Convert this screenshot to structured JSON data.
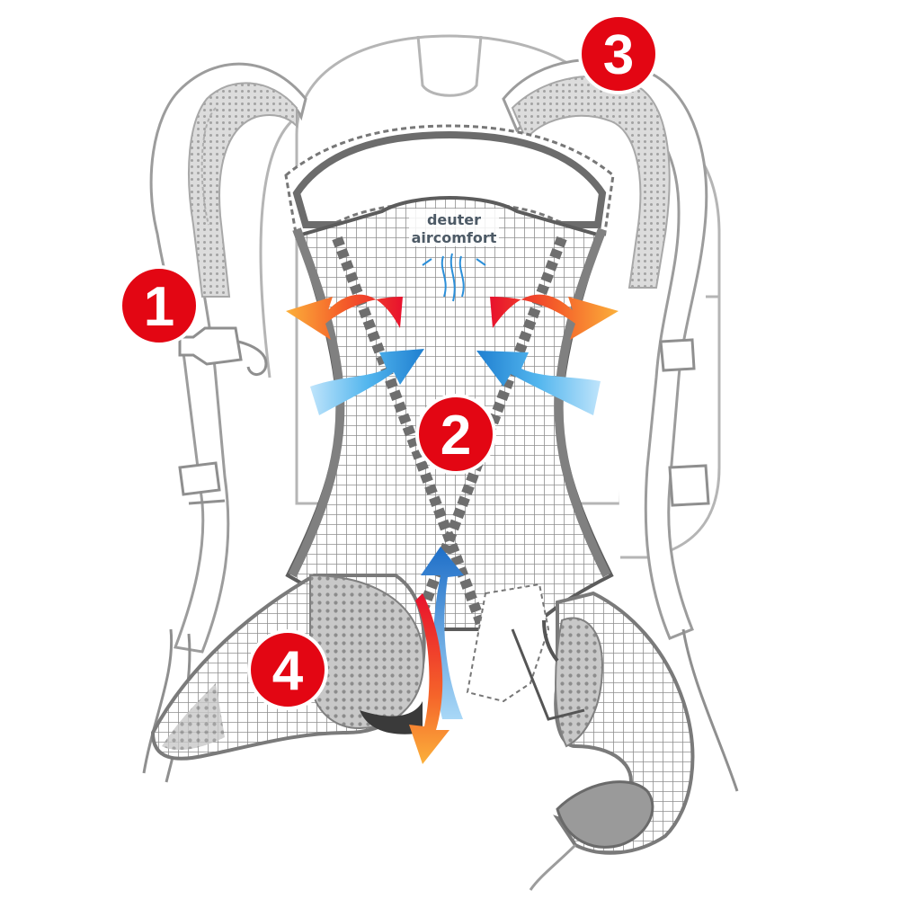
{
  "logo": {
    "line1": "deuter",
    "line2": "aircomfort"
  },
  "callouts": [
    {
      "id": "shoulder-strap-adjuster",
      "label": "1"
    },
    {
      "id": "back-ventilation-panel",
      "label": "2"
    },
    {
      "id": "shoulder-straps",
      "label": "3"
    },
    {
      "id": "hip-fin",
      "label": "4"
    }
  ],
  "colors": {
    "callout": "#e30613",
    "cool_air": "#2b8fd9",
    "warm_air": "#f04a22",
    "warm_air_light": "#f9a53c",
    "outline": "#555555",
    "mesh": "#9a9a9a"
  }
}
